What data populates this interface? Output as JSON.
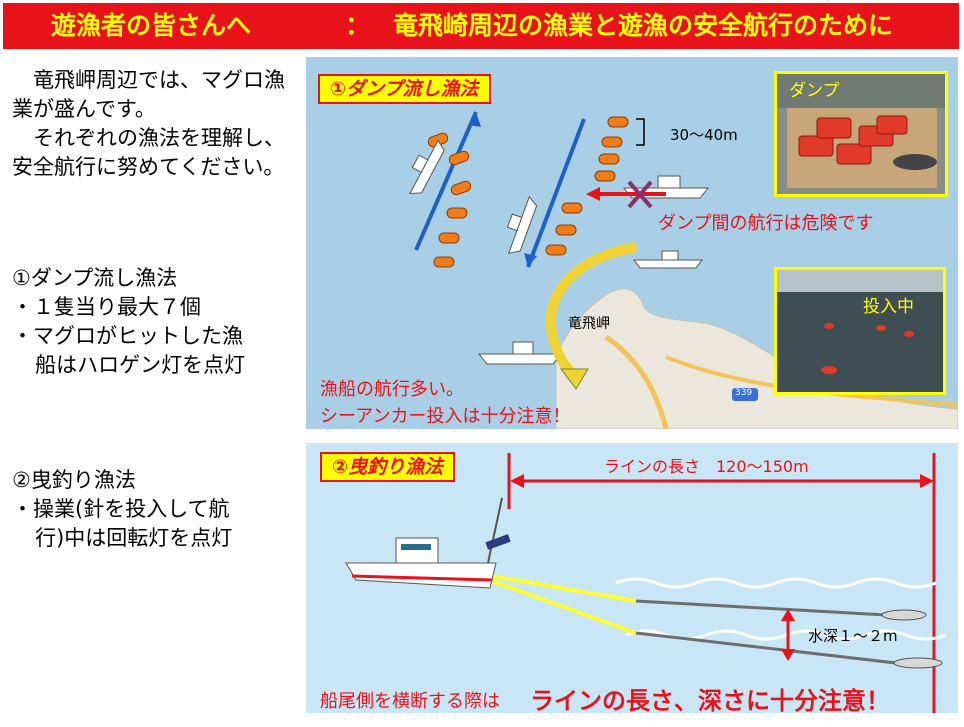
{
  "title": {
    "left": "遊漁者の皆さんへ",
    "separator": "：",
    "right": "竜飛崎周辺の漁業と遊漁の安全航行のために"
  },
  "intro": {
    "line1": "竜飛岬周辺では、マグロ漁業が盛んです。",
    "line2": "それぞれの漁法を理解し、安全航行に努めてください。"
  },
  "section1": {
    "heading": "①ダンプ流し漁法",
    "bullet1": "・１隻当り最大７個",
    "bullet2a": "・マグロがヒットした漁",
    "bullet2b": "船はハロゲン灯を点灯"
  },
  "section2": {
    "heading": "②曳釣り漁法",
    "bullet1a": "・操業(針を投入して航",
    "bullet1b": "行)中は回転灯を点灯"
  },
  "panel1": {
    "label": "①ダンプ流し漁法",
    "spacing": "30～40m",
    "danger": "ダンプ間の航行は危険です",
    "cape": "竜飛岬",
    "road": "339",
    "warn1": "漁船の航行多い。",
    "warn2": "シーアンカー投入は十分注意！",
    "photo1_caption": "ダンプ",
    "photo2_caption": "投入中"
  },
  "panel2": {
    "label": "②曳釣り漁法",
    "line_length": "ラインの長さ　120～150m",
    "depth": "水深１～２m",
    "warn_small": "船尾側を横断する際は",
    "warn_big": "ラインの長さ、深さに十分注意！"
  },
  "colors": {
    "title_bg": "#e8121a",
    "title_text": "#ffff00",
    "accent_red": "#e8121a",
    "buoy_orange": "#f07d1a",
    "line_blue": "#1f5fc8"
  }
}
